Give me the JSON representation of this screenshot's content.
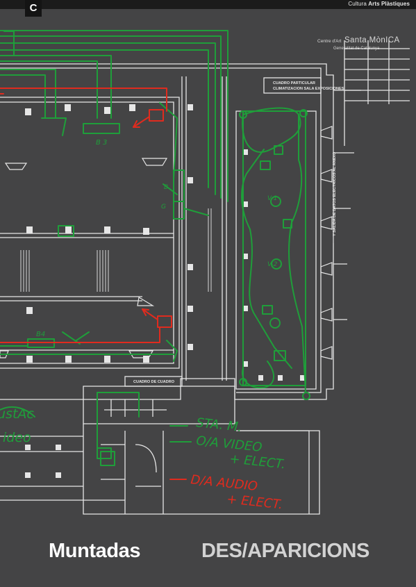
{
  "header": {
    "logo_letter": "C",
    "series_prefix": "Cultura",
    "series_bold": "Arts Plàstiques"
  },
  "institution": {
    "line1": "Centre d'Art",
    "name": "Santa MònICA",
    "line2": "Generalitat de Catalunya"
  },
  "plan_labels": {
    "panel_top": "CUADRO PARTICULAR",
    "panel_top_sub": "CLIMATIZACION SALA EXPOSICIONES",
    "panel_bottom": "CUADRO DE CUADRO",
    "vertical_note": "Y SALIDA DE DATOS ELECTRICOS AL ANEXO",
    "sketch_b3": "B 3",
    "sketch_b": "B",
    "sketch_g": "G",
    "sketch_v1": "V-1",
    "sketch_v2": "V-2",
    "sketch_b4": "B4",
    "sketch_left": "ustAc",
    "sketch_left2": "ideo",
    "legend_1": "STA. M.",
    "legend_2": "O/A VIDEO",
    "legend_3": "+ ELECT.",
    "legend_4": "D/A AUDIO",
    "legend_5": "+ ELECT."
  },
  "colors": {
    "background": "#444445",
    "plan_lines": "#e6e6e6",
    "sketch_green": "#1f9e3a",
    "sketch_red": "#e02b1e"
  },
  "title": {
    "artist": "Muntadas",
    "work": "DES/APARICIONS"
  }
}
